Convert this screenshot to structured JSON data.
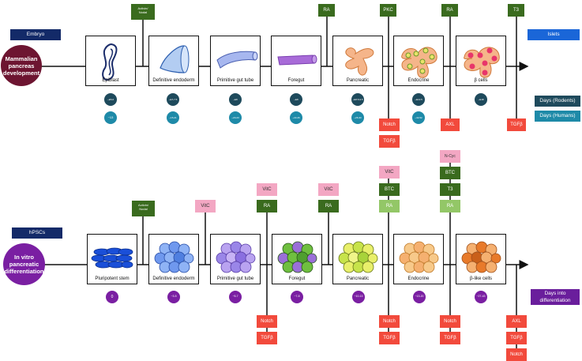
{
  "colors": {
    "dark_green": "#3a6b1e",
    "light_green": "#93c767",
    "red": "#f24a3c",
    "pink": "#f3a7c3",
    "navy": "#132a68",
    "blue": "#1a66d8",
    "teal_dark": "#1e4a5c",
    "teal": "#1e8aa8",
    "purple": "#7a1fa2",
    "maroon": "#6d1531"
  },
  "top": {
    "header": "Embryo",
    "side_label": "Mammalian pancreas development",
    "end_label": "Islets",
    "stages": [
      {
        "label": "Epiblast",
        "rodent_days": "~E5-6",
        "human_days": "~13",
        "icon": "epiblast-icon"
      },
      {
        "label": "Definitive endoderm",
        "rodent_days": "~E7-7.5",
        "human_days": "~15-21",
        "icon": "cone-icon"
      },
      {
        "label": "Primitive gut tube",
        "rodent_days": "~E8",
        "human_days": "~20-23",
        "icon": "tube-icon"
      },
      {
        "label": "Foregut",
        "rodent_days": "~E8",
        "human_days": "~22-26",
        "icon": "foregut-icon"
      },
      {
        "label": "Pancreatic",
        "rodent_days": "~E8.5-9.5",
        "human_days": "~26-33",
        "icon": "branch-icon"
      },
      {
        "label": "Endocrine",
        "rodent_days": "~E13.5",
        "human_days": "~42-52",
        "icon": "branch-cells-icon"
      },
      {
        "label": "β cells",
        "rodent_days": "~E18",
        "human_days": "",
        "icon": "beta-cells-icon"
      }
    ],
    "signals_above": [
      "Activin/ Nodal",
      "RA",
      "PKC",
      "RA",
      "T3"
    ],
    "signals_below": [
      "Notch",
      "TGFβ",
      "AXL",
      "TGFβ"
    ],
    "legend": [
      "Days (Rodents)",
      "Days (Humans)"
    ]
  },
  "bottom": {
    "header": "hPSCs",
    "side_label": "In vitro pancreatic differentiation",
    "end_label": "Days into differentiation",
    "stages": [
      {
        "label": "Pluripotent stem",
        "days": "0",
        "icon": "stem-cells-icon"
      },
      {
        "label": "Definitive endoderm",
        "days": "~3-5",
        "icon": "endoderm-cells-icon"
      },
      {
        "label": "Primitive gut tube",
        "days": "~5-7",
        "icon": "gut-cells-icon"
      },
      {
        "label": "Foregut",
        "days": "~7-8",
        "icon": "foregut-cells-icon"
      },
      {
        "label": "Pancreatic",
        "days": "~10-13",
        "icon": "pancreatic-cells-icon"
      },
      {
        "label": "Endocrine",
        "days": "~13-20",
        "icon": "endocrine-cells-icon"
      },
      {
        "label": "β-like cells",
        "days": "~27-43",
        "icon": "beta-like-cells-icon"
      }
    ],
    "signals_above": [
      "Activin/ Nodal",
      "VitC",
      "VitC",
      "RA",
      "VitC",
      "RA",
      "VitC",
      "BTC",
      "RA",
      "N-Cyc",
      "BTC",
      "T3",
      "RA"
    ],
    "signals_below": [
      "Notch",
      "TGFβ",
      "Notch",
      "TGFβ",
      "Notch",
      "TGFβ",
      "AXL",
      "TGFβ",
      "Notch"
    ]
  }
}
